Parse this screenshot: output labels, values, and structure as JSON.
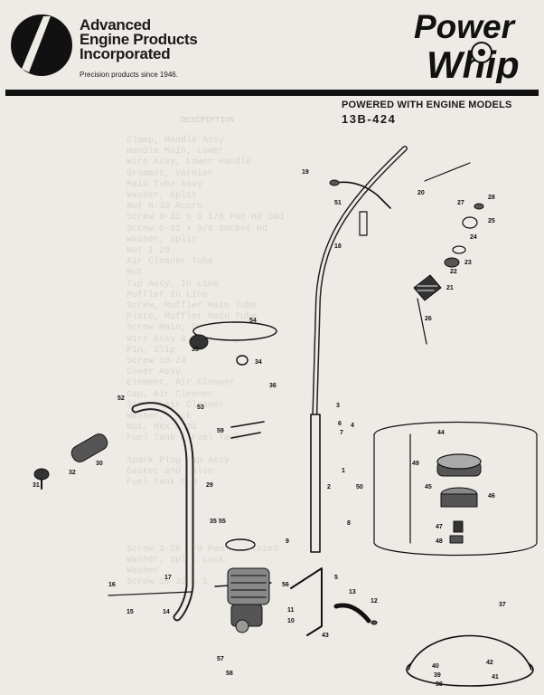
{
  "header": {
    "company_lines": [
      "Advanced",
      "Engine Products",
      "Incorporated"
    ],
    "tagline": "Precision products since 1946.",
    "brand_logo_lines": [
      "Power",
      "Whip"
    ],
    "engine_title": "POWERED WITH ENGINE MODELS",
    "engine_model": "13B-424"
  },
  "ghost_text": {
    "header": "DESCRIPTION",
    "lines": [
      "Clamp, Handle Assy",
      "Handle Main, Lower",
      "Wire Assy, Lower Handle",
      "Grommet, Vernier",
      "Main Tube Assy",
      "Washer, Split",
      "Nut 8-32 Acorn",
      "Screw 8-32 x 1 1/8 Pan Hd Cad",
      "Screw 6-32 x 3/8 Socket Hd",
      "Washer, Split",
      "Nut 1-28",
      "Air Cleaner Tube",
      "Nut",
      "Tip Assy, In Line",
      "Muffler In Line",
      "Screw, Muffler Main Tube",
      "Plate, Muffler Main Tube",
      "Screw Main, Upper",
      "Wire Assy & Wire Assy",
      "Pin, Slip",
      "Screw 10-24",
      "Cover Assy",
      "Element, Air Cleaner",
      "Cap, Air Cleaner",
      "Screw, Air Cleaner",
      "Washer, Lock",
      "Nut, Hex 8-32",
      "Fuel Tank & Fuel Tank",
      "",
      "Spark Plug Cap Assy",
      "Gasket and Valve",
      "Fuel Tank Cap",
      "",
      "",
      "",
      "",
      "",
      "Screw 1-20 3/8 Pan Hd Plated",
      "Washer, Split Lock",
      "Washer",
      "Screw 10-32 x 1"
    ]
  },
  "callouts": [
    "1",
    "2",
    "3",
    "4",
    "5",
    "6",
    "7",
    "8",
    "9",
    "10",
    "11",
    "12",
    "13",
    "14",
    "15",
    "16",
    "17",
    "18",
    "19",
    "20",
    "21",
    "22",
    "23",
    "24",
    "25",
    "26",
    "27",
    "28",
    "29",
    "30",
    "31",
    "32",
    "33",
    "34",
    "35",
    "36",
    "37",
    "38",
    "39",
    "40",
    "41",
    "42",
    "43",
    "44",
    "45",
    "46",
    "47",
    "48",
    "49",
    "50",
    "51",
    "52",
    "53",
    "54",
    "55",
    "56",
    "57",
    "58",
    "59"
  ]
}
